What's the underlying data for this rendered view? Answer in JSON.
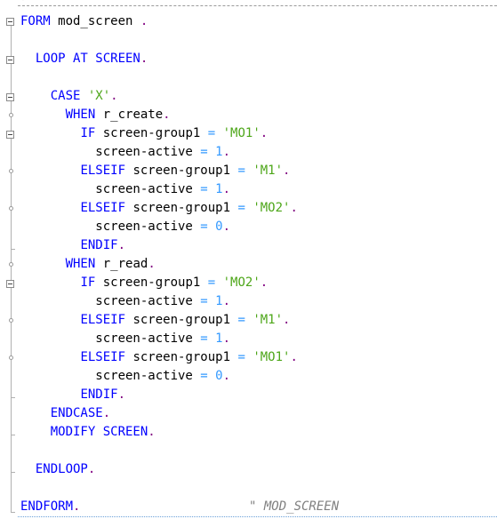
{
  "editor": {
    "header_marker": "*",
    "comment_end": "\" MOD_SCREEN",
    "colors": {
      "keyword": "#0000ff",
      "string": "#4da619",
      "number": "#3399ff",
      "punctuation": "#800080",
      "comment": "#808080"
    },
    "lines": [
      {
        "tokens": [
          [
            "kw",
            "FORM"
          ],
          [
            "id",
            " mod_screen "
          ],
          [
            "punct",
            "."
          ]
        ]
      },
      {
        "tokens": []
      },
      {
        "tokens": [
          [
            "id",
            "  "
          ],
          [
            "kw",
            "LOOP AT SCREEN"
          ],
          [
            "punct",
            "."
          ]
        ]
      },
      {
        "tokens": []
      },
      {
        "tokens": [
          [
            "id",
            "    "
          ],
          [
            "kw",
            "CASE"
          ],
          [
            "id",
            " "
          ],
          [
            "str",
            "'X'"
          ],
          [
            "punct",
            "."
          ]
        ]
      },
      {
        "tokens": [
          [
            "id",
            "      "
          ],
          [
            "kw",
            "WHEN"
          ],
          [
            "id",
            " r_create"
          ],
          [
            "punct",
            "."
          ]
        ]
      },
      {
        "tokens": [
          [
            "id",
            "        "
          ],
          [
            "kw",
            "IF"
          ],
          [
            "id",
            " screen-group1 "
          ],
          [
            "op",
            "="
          ],
          [
            "id",
            " "
          ],
          [
            "str",
            "'MO1'"
          ],
          [
            "punct",
            "."
          ]
        ]
      },
      {
        "tokens": [
          [
            "id",
            "          screen-active "
          ],
          [
            "op",
            "="
          ],
          [
            "id",
            " "
          ],
          [
            "num",
            "1"
          ],
          [
            "punct",
            "."
          ]
        ]
      },
      {
        "tokens": [
          [
            "id",
            "        "
          ],
          [
            "kw",
            "ELSEIF"
          ],
          [
            "id",
            " screen-group1 "
          ],
          [
            "op",
            "="
          ],
          [
            "id",
            " "
          ],
          [
            "str",
            "'M1'"
          ],
          [
            "punct",
            "."
          ]
        ]
      },
      {
        "tokens": [
          [
            "id",
            "          screen-active "
          ],
          [
            "op",
            "="
          ],
          [
            "id",
            " "
          ],
          [
            "num",
            "1"
          ],
          [
            "punct",
            "."
          ]
        ]
      },
      {
        "tokens": [
          [
            "id",
            "        "
          ],
          [
            "kw",
            "ELSEIF"
          ],
          [
            "id",
            " screen-group1 "
          ],
          [
            "op",
            "="
          ],
          [
            "id",
            " "
          ],
          [
            "str",
            "'MO2'"
          ],
          [
            "punct",
            "."
          ]
        ]
      },
      {
        "tokens": [
          [
            "id",
            "          screen-active "
          ],
          [
            "op",
            "="
          ],
          [
            "id",
            " "
          ],
          [
            "num",
            "0"
          ],
          [
            "punct",
            "."
          ]
        ]
      },
      {
        "tokens": [
          [
            "id",
            "        "
          ],
          [
            "kw",
            "ENDIF"
          ],
          [
            "punct",
            "."
          ]
        ]
      },
      {
        "tokens": [
          [
            "id",
            "      "
          ],
          [
            "kw",
            "WHEN"
          ],
          [
            "id",
            " r_read"
          ],
          [
            "punct",
            "."
          ]
        ]
      },
      {
        "tokens": [
          [
            "id",
            "        "
          ],
          [
            "kw",
            "IF"
          ],
          [
            "id",
            " screen-group1 "
          ],
          [
            "op",
            "="
          ],
          [
            "id",
            " "
          ],
          [
            "str",
            "'MO2'"
          ],
          [
            "punct",
            "."
          ]
        ]
      },
      {
        "tokens": [
          [
            "id",
            "          screen-active "
          ],
          [
            "op",
            "="
          ],
          [
            "id",
            " "
          ],
          [
            "num",
            "1"
          ],
          [
            "punct",
            "."
          ]
        ]
      },
      {
        "tokens": [
          [
            "id",
            "        "
          ],
          [
            "kw",
            "ELSEIF"
          ],
          [
            "id",
            " screen-group1 "
          ],
          [
            "op",
            "="
          ],
          [
            "id",
            " "
          ],
          [
            "str",
            "'M1'"
          ],
          [
            "punct",
            "."
          ]
        ]
      },
      {
        "tokens": [
          [
            "id",
            "          screen-active "
          ],
          [
            "op",
            "="
          ],
          [
            "id",
            " "
          ],
          [
            "num",
            "1"
          ],
          [
            "punct",
            "."
          ]
        ]
      },
      {
        "tokens": [
          [
            "id",
            "        "
          ],
          [
            "kw",
            "ELSEIF"
          ],
          [
            "id",
            " screen-group1 "
          ],
          [
            "op",
            "="
          ],
          [
            "id",
            " "
          ],
          [
            "str",
            "'MO1'"
          ],
          [
            "punct",
            "."
          ]
        ]
      },
      {
        "tokens": [
          [
            "id",
            "          screen-active "
          ],
          [
            "op",
            "="
          ],
          [
            "id",
            " "
          ],
          [
            "num",
            "0"
          ],
          [
            "punct",
            "."
          ]
        ]
      },
      {
        "tokens": [
          [
            "id",
            "        "
          ],
          [
            "kw",
            "ENDIF"
          ],
          [
            "punct",
            "."
          ]
        ]
      },
      {
        "tokens": [
          [
            "id",
            "    "
          ],
          [
            "kw",
            "ENDCASE"
          ],
          [
            "punct",
            "."
          ]
        ]
      },
      {
        "tokens": [
          [
            "id",
            "    "
          ],
          [
            "kw",
            "MODIFY SCREEN"
          ],
          [
            "punct",
            "."
          ]
        ]
      },
      {
        "tokens": []
      },
      {
        "tokens": [
          [
            "id",
            "  "
          ],
          [
            "kw",
            "ENDLOOP"
          ],
          [
            "punct",
            "."
          ]
        ]
      },
      {
        "tokens": []
      },
      {
        "tokens": [
          [
            "kw",
            "ENDFORM"
          ],
          [
            "punct",
            "."
          ]
        ]
      }
    ]
  }
}
